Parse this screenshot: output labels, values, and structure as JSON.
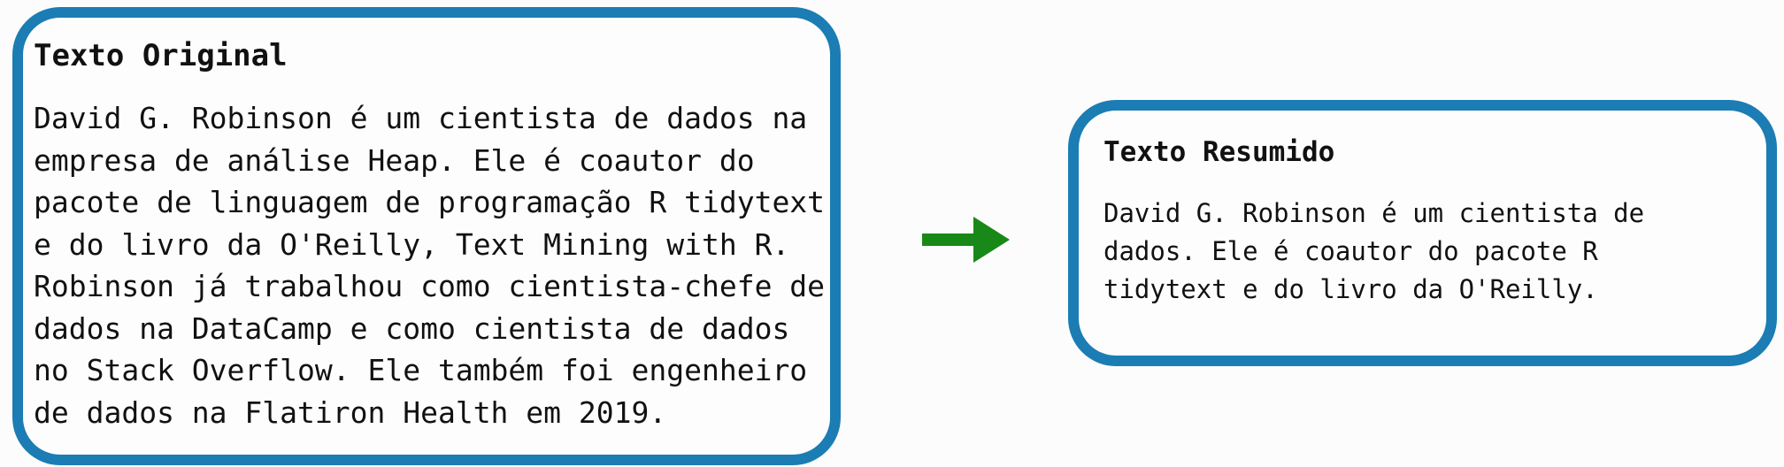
{
  "colors": {
    "card_border": "#1b7db3",
    "arrow_green": "#188818",
    "text": "#111111",
    "card_background": "#fdfdfe",
    "page_background": "#fcfcfd"
  },
  "original_card": {
    "title": "Texto Original",
    "lines": [
      "David G. Robinson é um cientista de dados na",
      "empresa de análise Heap. Ele é coautor do",
      "pacote de linguagem de programação R tidytext",
      "e do livro da O'Reilly, Text Mining with R.",
      "Robinson já trabalhou como cientista-chefe de",
      "dados na DataCamp e como cientista de dados",
      "no Stack Overflow. Ele também foi engenheiro",
      "de dados na Flatiron Health em 2019."
    ]
  },
  "summary_card": {
    "title": "Texto Resumido",
    "lines": [
      "David G. Robinson é um cientista de",
      "dados. Ele é coautor do pacote R",
      "tidytext e do livro da O'Reilly."
    ]
  },
  "arrow": {
    "icon": "right-arrow-icon",
    "direction": "right"
  }
}
